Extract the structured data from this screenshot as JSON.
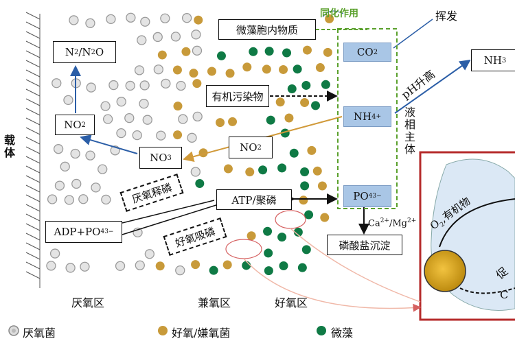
{
  "zones": {
    "anaerobic": "厌氧区",
    "anoxic": "兼氧区",
    "aerobic": "好氧区"
  },
  "carrier": "载体",
  "legend": {
    "anaerobe": "厌氧菌",
    "facultative": "好氧/嫌氧菌",
    "microalgae": "微藻"
  },
  "nodes": {
    "n2": "N2/N2O",
    "no2_left": "NO2",
    "no3": "NO3",
    "no2_mid": "NO2",
    "organic": "有机污染物",
    "atp": "ATP/聚磷",
    "adp": "ADP+PO4³⁻",
    "anaerobic_p_release": "厌氧释磷",
    "aerobic_p_uptake": "好氧吸磷",
    "algae_cell": "微藻胞内物质",
    "assimilation": "同化作用",
    "co2": "CO2",
    "nh4": "NH4+",
    "po4": "PO4³⁻",
    "liquid_phase": "液相主体",
    "volatilize": "挥发",
    "nh3": "NH3",
    "ph_up": "pH升高",
    "ca_mg": "Ca²⁺/Mg²⁺",
    "precipitate": "磷酸盐沉淀",
    "o2_organic": "O2,有机物",
    "promote": "促",
    "c_label": "C"
  },
  "colors": {
    "anaerobe": "#b5b5b5",
    "facultative": "#c89a3a",
    "microalgae": "#0f7a45",
    "accent_green": "#5aa02c",
    "orange_arrow": "#d19a3a",
    "blue_arrow": "#2b5ea7",
    "red_frame": "#b52a2a"
  }
}
